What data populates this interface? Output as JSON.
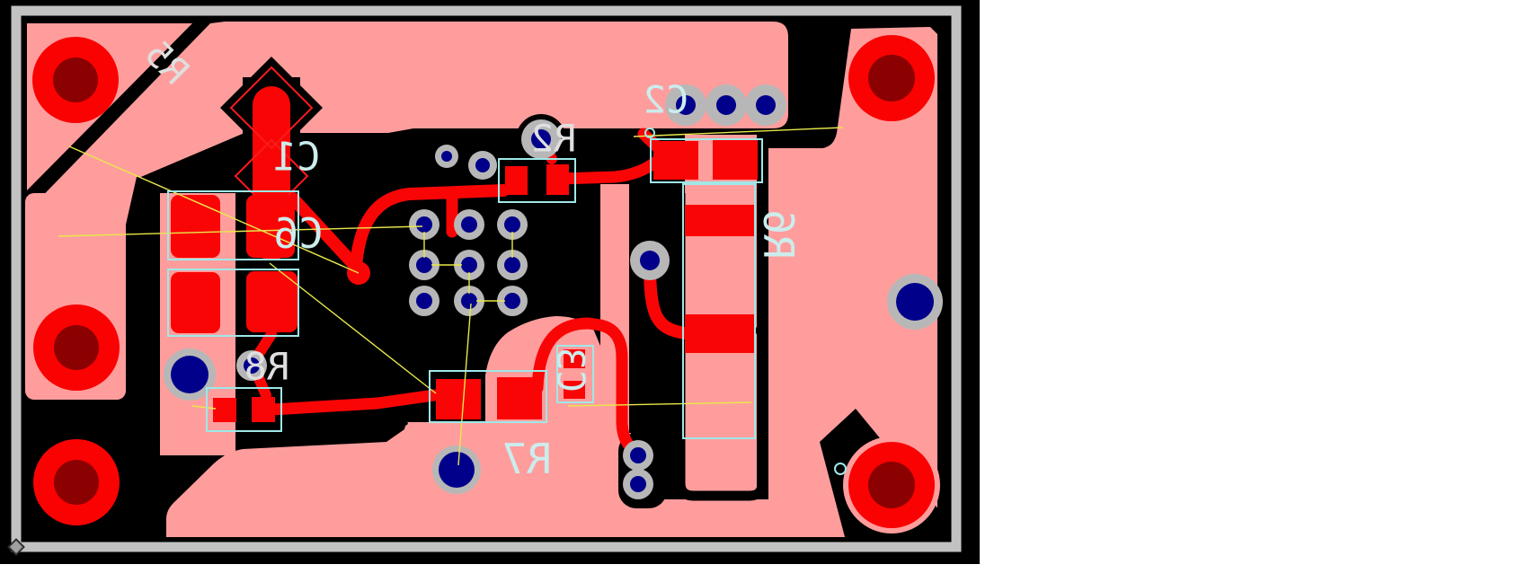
{
  "board": {
    "view": "pcb-copper-bottom-mirrored",
    "labels": {
      "c1": "C1",
      "c6": "C6",
      "c2": "C2",
      "r2": "R2",
      "r5": "R5",
      "r6": "R6",
      "r7": "R7",
      "r8": "R8",
      "c3": "C3"
    },
    "colors": {
      "background": "#000000",
      "page": "#FFFFFF",
      "copper_pour": "#FF9D9D",
      "copper_trace": "#FA0505",
      "drill_hole": "#8B0000",
      "via_ring": "#B7B7B7",
      "via_hole": "#00008B",
      "silkscreen": "#CBEDED",
      "silkscreen_alt": "#DFDFDF",
      "outline_frame": "#C2C2C2",
      "ratsnest": "#E8E84A"
    }
  }
}
